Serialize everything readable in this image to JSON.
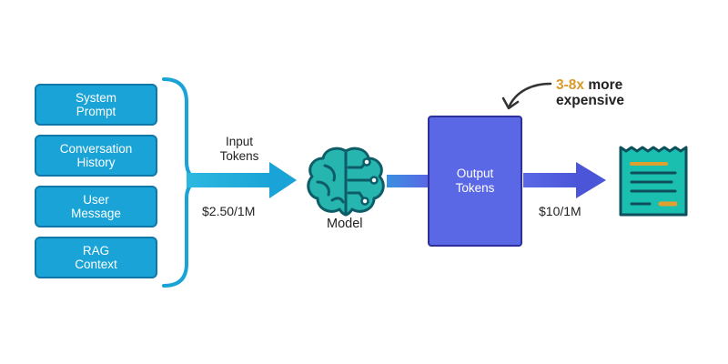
{
  "inputs": [
    {
      "label": "System\nPrompt"
    },
    {
      "label": "Conversation\nHistory"
    },
    {
      "label": "User\nMessage"
    },
    {
      "label": "RAG\nContext"
    }
  ],
  "input_tokens_label": "Input\nTokens",
  "input_price": "$2.50/1M",
  "model_label": "Model",
  "output_tokens_label": "Output\nTokens",
  "output_price": "$10/1M",
  "annotation": {
    "highlight": "3-8x",
    "rest_line1": " more",
    "line2": "expensive"
  },
  "icons": [
    "brain-circuit-icon",
    "receipt-icon"
  ],
  "colors": {
    "input_box": "#1aa3d6",
    "bracket": "#1aa3d6",
    "output_box": "#5a68e6",
    "highlight": "#d99a2b",
    "receipt": "#1bbfb0"
  }
}
